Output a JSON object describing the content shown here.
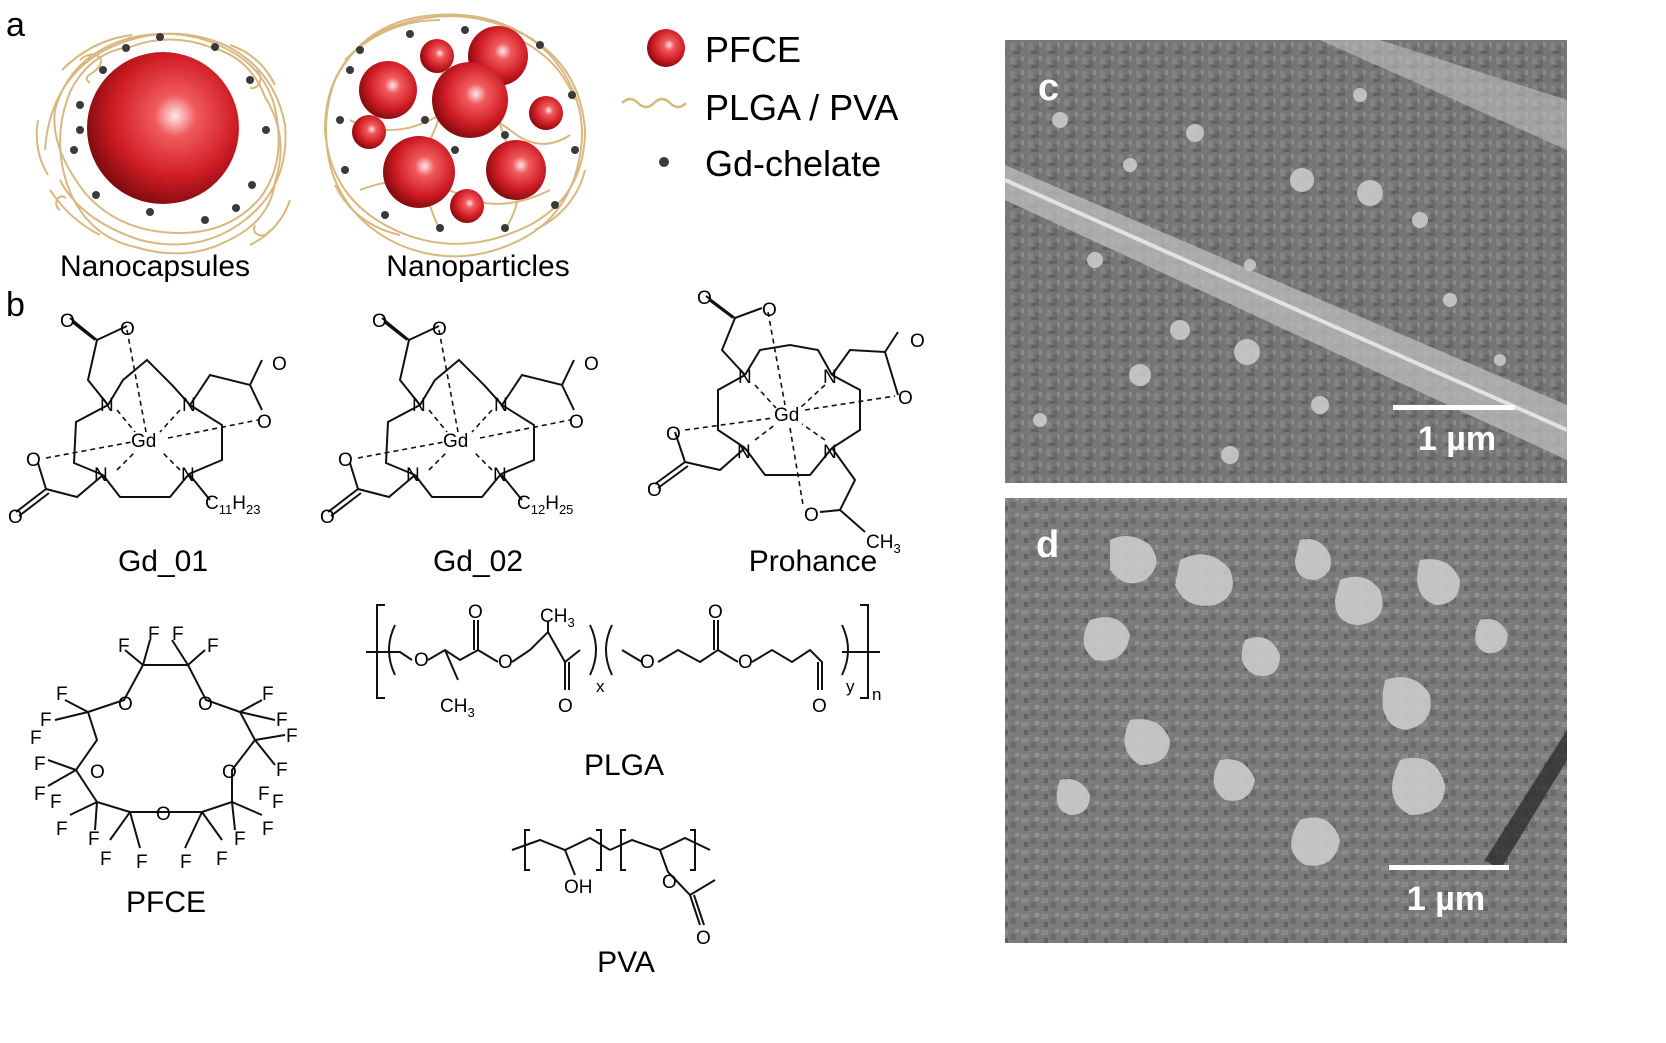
{
  "panels": {
    "a": {
      "letter": "a",
      "captions": {
        "capsules": "Nanocapsules",
        "particles": "Nanoparticles"
      },
      "legend": [
        {
          "label": "PFCE",
          "symbol": "red-sphere"
        },
        {
          "label": "PLGA / PVA",
          "symbol": "wavy-line"
        },
        {
          "label": "Gd-chelate",
          "symbol": "dark-dot"
        }
      ],
      "colors": {
        "sphere": "#d0202a",
        "polymer": "#d8b880",
        "chelate": "#3a3a3a"
      }
    },
    "b": {
      "letter": "b",
      "structures": {
        "gd01": {
          "name": "Gd_01",
          "metal": "Gd",
          "tail": "C",
          "tail_sub1": "11",
          "tail_h": "H",
          "tail_sub2": "23"
        },
        "gd02": {
          "name": "Gd_02",
          "metal": "Gd",
          "tail": "C",
          "tail_sub1": "12",
          "tail_h": "H",
          "tail_sub2": "25"
        },
        "prohance": {
          "name": "Prohance",
          "metal": "Gd",
          "methyl": "CH",
          "methyl_sub": "3"
        },
        "pfce": {
          "name": "PFCE"
        },
        "plga": {
          "name": "PLGA",
          "x": "x",
          "y": "y",
          "n": "n",
          "methyl": "CH",
          "methyl_sub": "3"
        },
        "pva": {
          "name": "PVA",
          "oh": "OH"
        }
      }
    },
    "c": {
      "letter": "c",
      "scale_label": "1 µm"
    },
    "d": {
      "letter": "d",
      "scale_label": "1 µm"
    }
  }
}
